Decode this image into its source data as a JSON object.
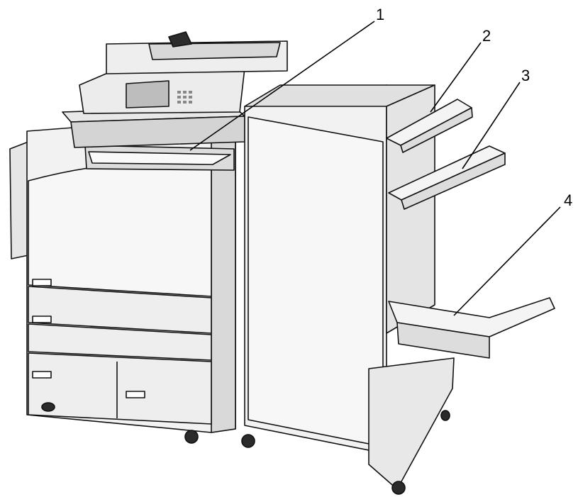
{
  "colors": {
    "outline": "#111111",
    "body": "#f2f2f2",
    "panel": "#e4e4e4",
    "shade": "#cfcfcf",
    "dark": "#2b2b2b",
    "screen": "#bdbdbd"
  },
  "callouts": [
    {
      "id": "1",
      "label": "1"
    },
    {
      "id": "2",
      "label": "2"
    },
    {
      "id": "3",
      "label": "3"
    },
    {
      "id": "4",
      "label": "4"
    }
  ]
}
